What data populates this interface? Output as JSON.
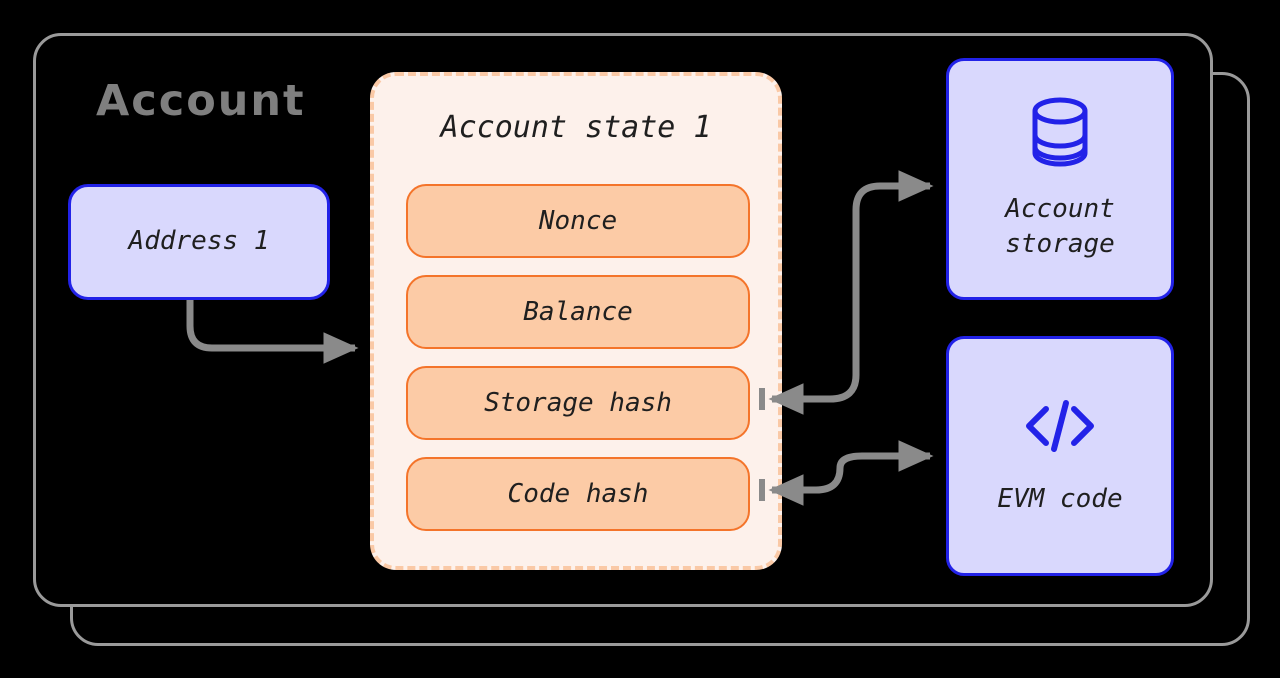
{
  "diagram": {
    "title": "Account",
    "frame": {
      "style": "stacked-rounded-rectangle",
      "count": 2,
      "border_color": "#9a9a9a"
    },
    "background_color": "#000000"
  },
  "address": {
    "label": "Address 1",
    "fill_color": "#D9D8FD",
    "border_color": "#2222E8"
  },
  "account_state": {
    "title": "Account state 1",
    "container_fill": "#FDF1EB",
    "container_border": "#FAC9A6",
    "field_fill": "#FCCBA6",
    "field_border": "#F4742A",
    "fields": [
      {
        "label": "Nonce"
      },
      {
        "label": "Balance"
      },
      {
        "label": "Storage hash"
      },
      {
        "label": "Code hash"
      }
    ]
  },
  "externals": [
    {
      "id": "account-storage",
      "icon": "database-icon",
      "label_line1": "Account",
      "label_line2": "storage",
      "fill_color": "#D9D8FD",
      "border_color": "#2222E8",
      "icon_color": "#2222E8"
    },
    {
      "id": "evm-code",
      "icon": "code-icon",
      "label_line1": "EVM code",
      "label_line2": "",
      "fill_color": "#D9D8FD",
      "border_color": "#2222E8",
      "icon_color": "#2222E8"
    }
  ],
  "connectors": {
    "color": "#8a8a8a",
    "edges": [
      {
        "from": "Address 1",
        "to": "Account state 1"
      },
      {
        "from": "Storage hash",
        "to": "Account storage"
      },
      {
        "from": "Code hash",
        "to": "EVM code"
      }
    ]
  }
}
